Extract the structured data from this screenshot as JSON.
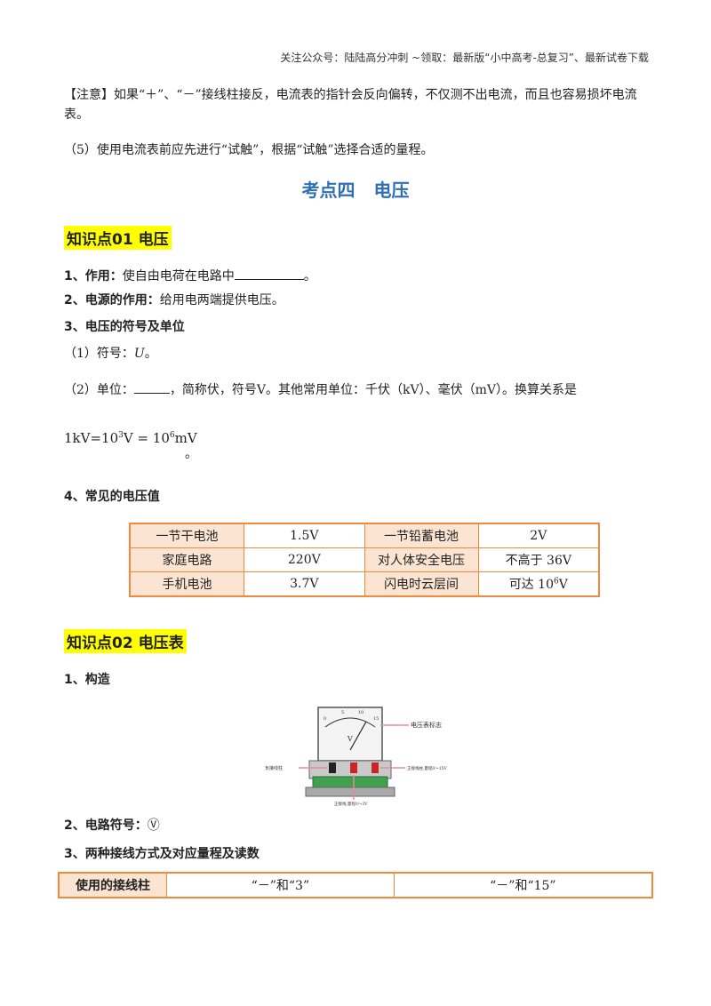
{
  "header": {
    "text": "关注公众号：陆陆高分冲刺 ~领取：最新版“小中高考-总复习”、最新试卷下载"
  },
  "intro": {
    "note_label": "【注意】",
    "note_text": "如果“＋”、“－”接线柱接反，电流表的指针会反向偏转，不仅测不出电流，而且也容易损坏电流表。",
    "item5": "（5）使用电流表前应先进行“试触”，根据“试触”选择合适的量程。"
  },
  "section": {
    "title": "考点四 电压"
  },
  "kp1": {
    "heading": "知识点01 电压",
    "item1_label": "1、作用：",
    "item1_text": "使自由电荷在电路中",
    "item1_end": "。",
    "item2_label": "2、电源的作用：",
    "item2_text": "给用电两端提供电压。",
    "item3_label": "3、电压的符号及单位",
    "symbol_prefix": "（1）符号：",
    "symbol_value": "U",
    "symbol_end": "。",
    "unit_prefix": "（2）单位：",
    "unit_text": "，简称伏，符号V。其他常用单位：千伏（kV）、毫伏（mV）。换算关系是",
    "formula_a": "1kV=10",
    "formula_exp1": "3",
    "formula_b": "V = 10",
    "formula_exp2": "6",
    "formula_c": "mV",
    "formula_end": "。",
    "item4_label": "4、常见的电压值"
  },
  "voltage_table": {
    "rows": [
      [
        "一节干电池",
        "1.5V",
        "一节铅蓄电池",
        "2V"
      ],
      [
        "家庭电路",
        "220V",
        "对人体安全电压",
        "不高于 36V"
      ],
      [
        "手机电池",
        "3.7V",
        "闪电时云层间",
        "可达 10"
      ]
    ],
    "last_exp": "6",
    "last_unit": "V"
  },
  "kp2": {
    "heading": "知识点02 电压表",
    "item1_label": "1、构造",
    "item2_label": "2、电路符号：",
    "item2_symbol": "Ⓥ",
    "item3_label": "3、两种接线方式及对应量程及读数"
  },
  "figure": {
    "label_marker": "电压表标志",
    "label_neg": "负接线柱",
    "label_pos15": "正接线柱,量程0～15V",
    "label_pos3": "正接线,量程0～3V",
    "scale_0": "0",
    "scale_5": "5",
    "scale_10": "10",
    "scale_15": "15",
    "dial_v": "V"
  },
  "conn_table": {
    "label": "使用的接线柱",
    "col1": "“－”和“3”",
    "col2": "“－”和“15”"
  },
  "colors": {
    "accent_blue": "#2e6fb7",
    "highlight": "#ffff00",
    "table_border": "#f28a3c",
    "table_fill": "#fbe4d2"
  }
}
